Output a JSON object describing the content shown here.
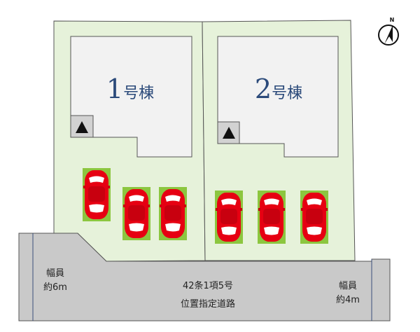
{
  "compass": {
    "letter": "N",
    "icon": "north-arrow-icon"
  },
  "lots": [
    {
      "number": "1",
      "suffix": "号棟"
    },
    {
      "number": "2",
      "suffix": "号棟"
    }
  ],
  "entrance_icon": "triangle-entrance-icon",
  "parking": {
    "icon": "red-car-icon",
    "count": 6
  },
  "road": {
    "name_line1": "42条1項5号",
    "name_line2": "位置指定道路",
    "left_width_label": "幅員",
    "left_width_value": "約6m",
    "right_width_label": "幅員",
    "right_width_value": "約4m"
  },
  "colors": {
    "lot_fill": "#e6f2da",
    "building_fill": "#f2f2f2",
    "road_fill": "#c9c9c9",
    "car_red": "#e60012",
    "parking_green": "#8cc63f",
    "label_blue": "#2b4a7a"
  }
}
